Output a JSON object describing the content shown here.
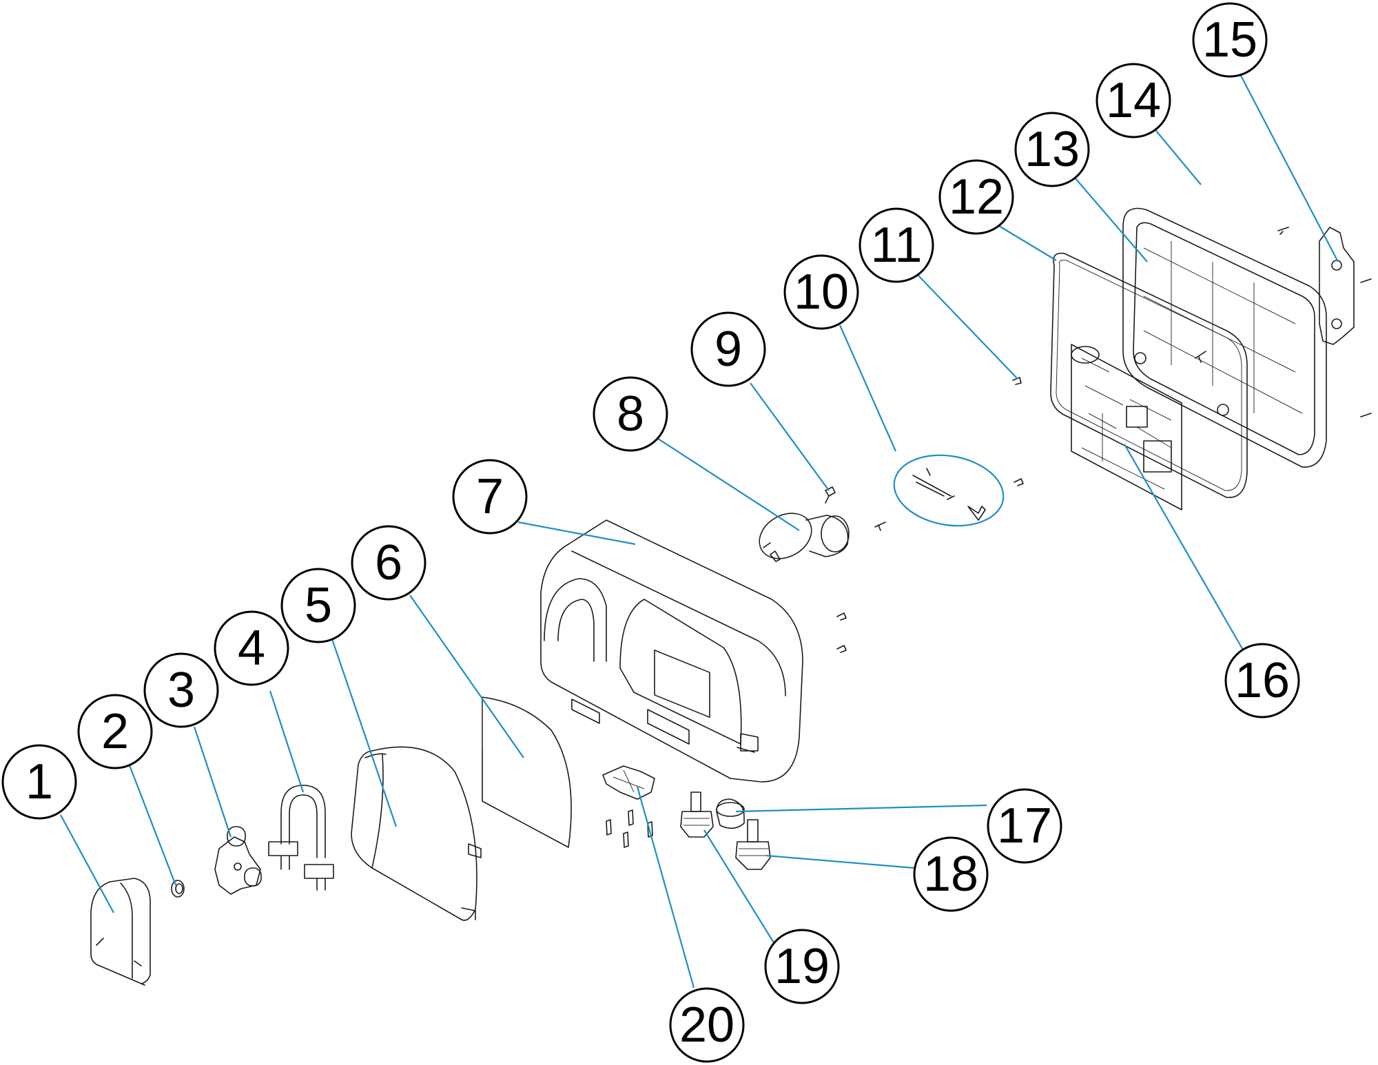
{
  "callouts": [
    {
      "label": "1"
    },
    {
      "label": "2"
    },
    {
      "label": "3"
    },
    {
      "label": "4"
    },
    {
      "label": "5"
    },
    {
      "label": "6"
    },
    {
      "label": "7"
    },
    {
      "label": "8"
    },
    {
      "label": "9"
    },
    {
      "label": "10"
    },
    {
      "label": "11"
    },
    {
      "label": "12"
    },
    {
      "label": "13"
    },
    {
      "label": "14"
    },
    {
      "label": "15"
    },
    {
      "label": "16"
    },
    {
      "label": "17"
    },
    {
      "label": "18"
    },
    {
      "label": "19"
    },
    {
      "label": "20"
    }
  ],
  "colors": {
    "leader_line": "#1b8fc4",
    "outline": "#1a1a1a",
    "background": "#ffffff"
  }
}
